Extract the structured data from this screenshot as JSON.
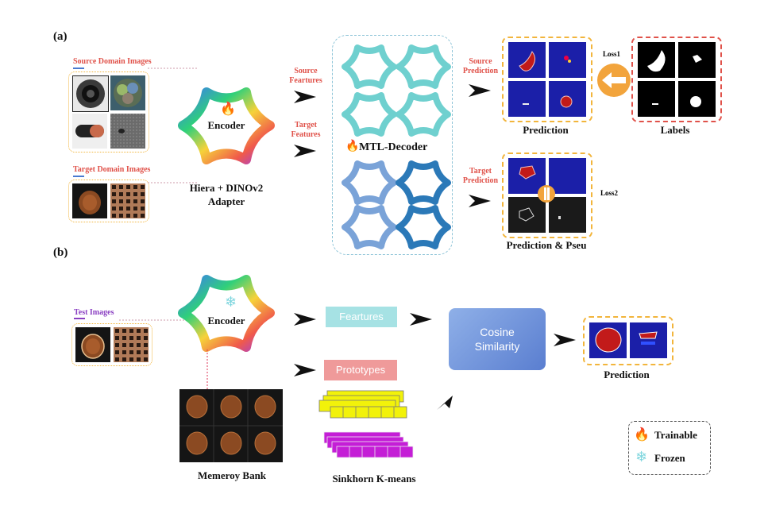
{
  "section_a": {
    "label": "(a)",
    "source_domain_label": "Source Domain Images",
    "target_domain_label": "Target Domain Images",
    "encoder_label": "Encoder",
    "encoder_caption": "Hiera + DINOv2\nAdapter",
    "source_features_label": "Source\nFeartures",
    "target_features_label": "Target\nFeatures",
    "decoder_label": "MTL-Decoder",
    "source_prediction_label": "Source\nPrediction",
    "target_prediction_label": "Target\nPrediction",
    "prediction_caption": "Prediction",
    "labels_caption": "Labels",
    "loss1": "Loss1",
    "loss2": "Loss2",
    "pseudo_caption": "Prediction & Pseu"
  },
  "section_b": {
    "label": "(b)",
    "test_images_label": "Test Images",
    "encoder_label": "Encoder",
    "features_label": "Feartures",
    "prototypes_label": "Prototypes",
    "cosine_label": "Cosine\nSimilarity",
    "prediction_caption": "Prediction",
    "memory_bank_caption": "Memeroy Bank",
    "kmeans_caption": "Sinkhorn K-means"
  },
  "legend": {
    "trainable": "Trainable",
    "frozen": "Frozen"
  },
  "icons": {
    "trainable": "flame-icon",
    "frozen": "snowflake-icon"
  },
  "colors": {
    "accent_red": "#e0524a",
    "orange_box": "#f2b53c",
    "teal": "#6fd0cf",
    "blue_star": "#2b79b8",
    "prediction_bg": "#1b1fa8",
    "prototype_yellow": "#f2f20a",
    "prototype_magenta": "#c41ed6"
  }
}
